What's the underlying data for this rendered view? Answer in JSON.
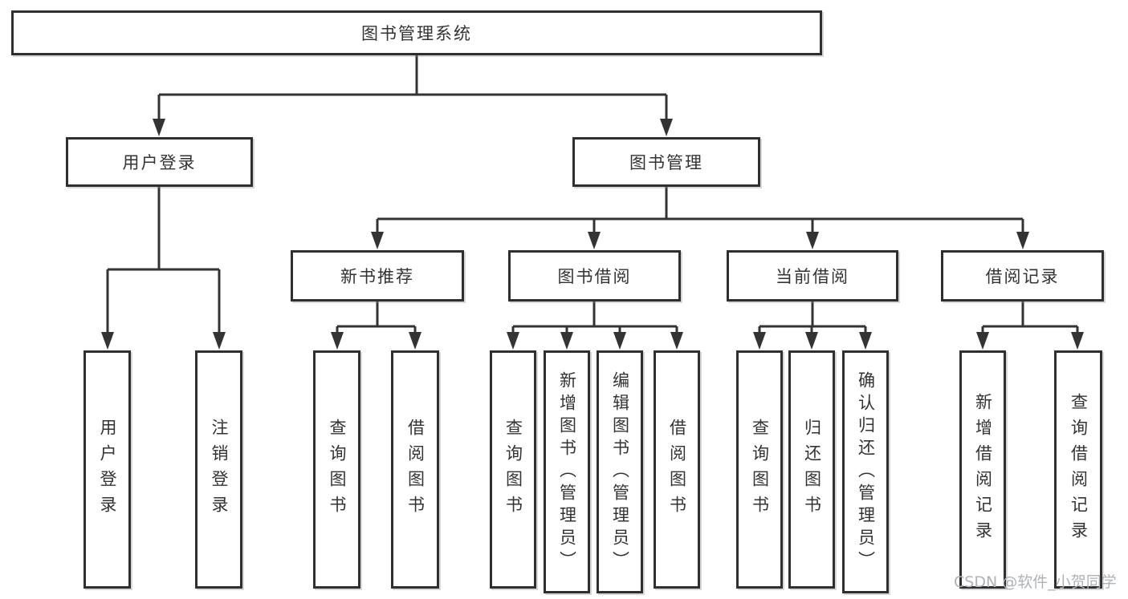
{
  "diagram_title": "图书管理系统",
  "tree": {
    "label": "图书管理系统",
    "children": [
      {
        "label": "用户登录",
        "children": [
          {
            "label": "用户登录"
          },
          {
            "label": "注销登录"
          }
        ]
      },
      {
        "label": "图书管理",
        "children": [
          {
            "label": "新书推荐",
            "children": [
              {
                "label": "查询图书"
              },
              {
                "label": "借阅图书"
              }
            ]
          },
          {
            "label": "图书借阅",
            "children": [
              {
                "label": "查询图书"
              },
              {
                "label": "新增图书（管理员）"
              },
              {
                "label": "编辑图书（管理员）"
              },
              {
                "label": "借阅图书"
              }
            ]
          },
          {
            "label": "当前借阅",
            "children": [
              {
                "label": "查询图书"
              },
              {
                "label": "归还图书"
              },
              {
                "label": "确认归还（管理员）"
              }
            ]
          },
          {
            "label": "借阅记录",
            "children": [
              {
                "label": "新增借阅记录"
              },
              {
                "label": "查询借阅记录"
              }
            ]
          }
        ]
      }
    ]
  },
  "watermark": {
    "text": "CSDN @软件_小贺同学"
  },
  "colors": {
    "background": "#ffffff",
    "line": "#333333",
    "box_border": "#2f2f2f",
    "text": "#333333",
    "watermark": "#aeb3b8"
  }
}
